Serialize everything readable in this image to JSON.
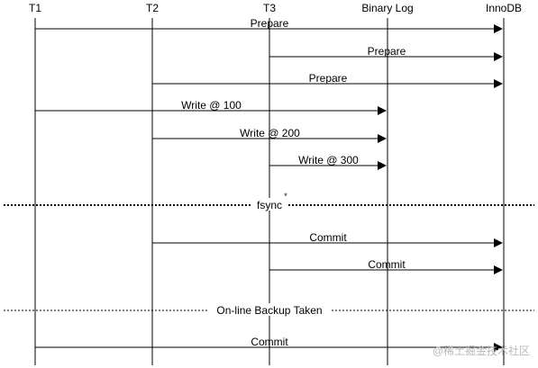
{
  "participants": [
    {
      "id": "T1",
      "label": "T1"
    },
    {
      "id": "T2",
      "label": "T2"
    },
    {
      "id": "T3",
      "label": "T3"
    },
    {
      "id": "binlog",
      "label": "Binary Log"
    },
    {
      "id": "innodb",
      "label": "InnoDB"
    }
  ],
  "messages": [
    {
      "from": "T1",
      "to": "innodb",
      "label": "Prepare"
    },
    {
      "from": "T3",
      "to": "innodb",
      "label": "Prepare"
    },
    {
      "from": "T2",
      "to": "innodb",
      "label": "Prepare"
    },
    {
      "from": "T1",
      "to": "binlog",
      "label": "Write @ 100"
    },
    {
      "from": "T2",
      "to": "binlog",
      "label": "Write @ 200"
    },
    {
      "from": "T3",
      "to": "binlog",
      "label": "Write @ 300"
    },
    {
      "separator": true,
      "label": "fsync",
      "superscript": "*"
    },
    {
      "from": "T2",
      "to": "innodb",
      "label": "Commit"
    },
    {
      "from": "T3",
      "to": "innodb",
      "label": "Commit"
    },
    {
      "separator": true,
      "label": "On-line Backup Taken"
    },
    {
      "from": "T1",
      "to": "innodb",
      "label": "Commit"
    }
  ],
  "watermark": "@稀土掘金技术社区",
  "colors": {
    "line": "#000000",
    "watermark": "#b8b8b8"
  }
}
